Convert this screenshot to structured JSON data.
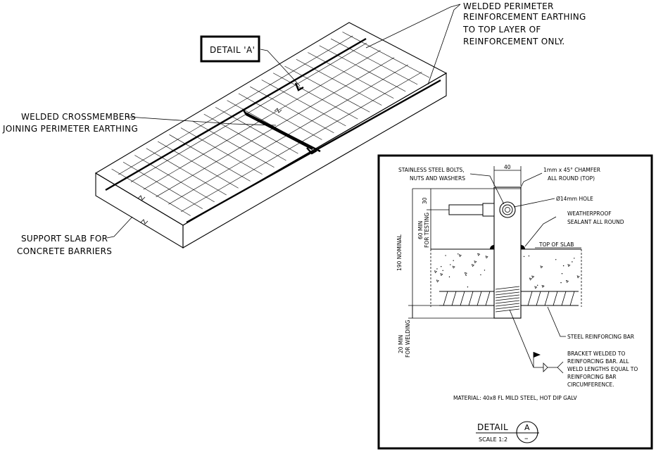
{
  "labels": {
    "perimeter": [
      "WELDED PERIMETER",
      "REINFORCEMENT EARTHING",
      "TO TOP LAYER OF",
      "REINFORCEMENT ONLY."
    ],
    "detail_ref": "DETAIL 'A'",
    "crossmembers": [
      "WELDED CROSSMEMBERS",
      "JOINING PERIMETER EARTHING"
    ],
    "support_slab": [
      "SUPPORT SLAB FOR",
      "CONCRETE BARRIERS"
    ]
  },
  "detail": {
    "bolts": [
      "STAINLESS STEEL BOLTS,",
      "NUTS AND WASHERS"
    ],
    "width_dim": "40",
    "chamfer": [
      "1mm x 45° CHAMFER",
      "ALL ROUND (TOP)"
    ],
    "hole": "Ø14mm HOLE",
    "sealant": [
      "WEATHERPROOF",
      "SEALANT ALL ROUND"
    ],
    "top_of_slab": "TOP OF SLAB",
    "dim_30": "30",
    "dim_60": [
      "60 MIN",
      "FOR TESTING"
    ],
    "dim_190": "190 NOMINAL",
    "dim_20": [
      "20 MIN",
      "FOR WELDING"
    ],
    "reinforcing_bar": "STEEL REINFORCING BAR",
    "bracket": [
      "BRACKET WELDED TO",
      "REINFORCING BAR.  ALL",
      "WELD LENGTHS EQUAL TO",
      "REINFORCING BAR",
      "CIRCUMFERENCE."
    ],
    "material": "MATERIAL: 40x8 FL MILD STEEL, HOT DIP GALV",
    "title": "DETAIL",
    "scale": "SCALE  1:2",
    "callout_letter": "A",
    "callout_sheet": "–"
  }
}
